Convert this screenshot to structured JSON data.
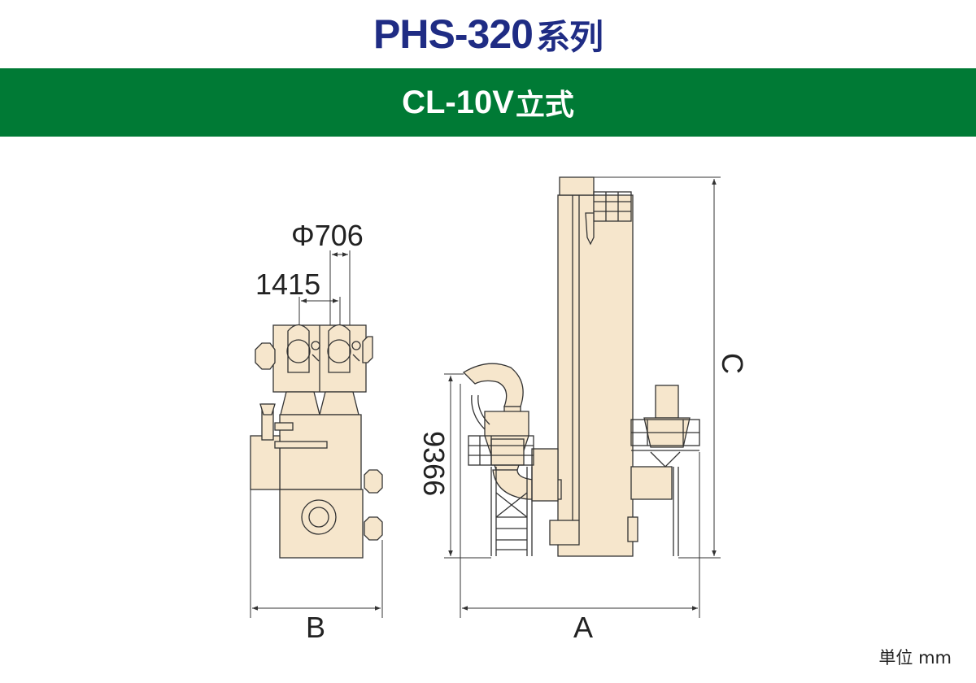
{
  "header": {
    "model": "PHS-320",
    "model_suffix": "系列"
  },
  "subheader": {
    "model": "CL-10V",
    "model_suffix": "立式"
  },
  "dimensions": {
    "diameter": "Φ706",
    "spacing": "1415",
    "height": "9366",
    "A": "A",
    "B": "B",
    "C": "C"
  },
  "unit": "単位 mm",
  "colors": {
    "title_blue": "#1f2c84",
    "band_green": "#007a35",
    "machine_fill": "#f6e6cc",
    "outline": "#333333"
  }
}
